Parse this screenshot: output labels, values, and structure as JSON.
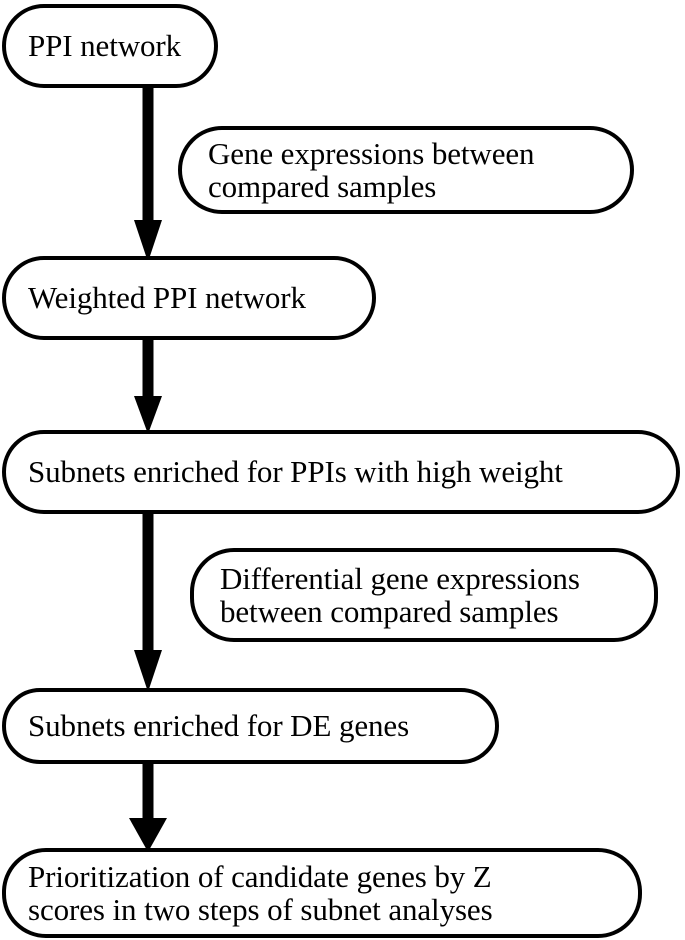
{
  "diagram": {
    "title": "PPI subnet analysis workflow",
    "background_color": "#ffffff",
    "stroke_color": "#000000",
    "fill_color": "#ffffff"
  },
  "nodes": [
    {
      "id": "ppi-network",
      "label": "PPI network",
      "role": "process",
      "lines": 1
    },
    {
      "id": "gene-expressions-input",
      "label": "Gene expressions between\ncompared samples",
      "role": "input-annotation",
      "lines": 2
    },
    {
      "id": "weighted-ppi-network",
      "label": "Weighted PPI network",
      "role": "process",
      "lines": 1
    },
    {
      "id": "subnets-high-weight",
      "label": "Subnets enriched for PPIs with high weight",
      "role": "process",
      "lines": 1
    },
    {
      "id": "differential-expressions-input",
      "label": "Differential gene expressions\nbetween compared samples",
      "role": "input-annotation",
      "lines": 2
    },
    {
      "id": "subnets-de-genes",
      "label": "Subnets enriched for DE genes",
      "role": "process",
      "lines": 1
    },
    {
      "id": "prioritization",
      "label": "Prioritization of candidate genes by Z\nscores in two steps of subnet analyses",
      "role": "process",
      "lines": 2
    }
  ],
  "connectors": [
    {
      "id": "arrow-1",
      "from": "ppi-network",
      "to": "weighted-ppi-network",
      "direction": "down"
    },
    {
      "id": "arrow-2",
      "from": "weighted-ppi-network",
      "to": "subnets-high-weight",
      "direction": "down"
    },
    {
      "id": "arrow-3",
      "from": "subnets-high-weight",
      "to": "subnets-de-genes",
      "direction": "down"
    },
    {
      "id": "arrow-4",
      "from": "subnets-de-genes",
      "to": "prioritization",
      "direction": "down"
    }
  ]
}
